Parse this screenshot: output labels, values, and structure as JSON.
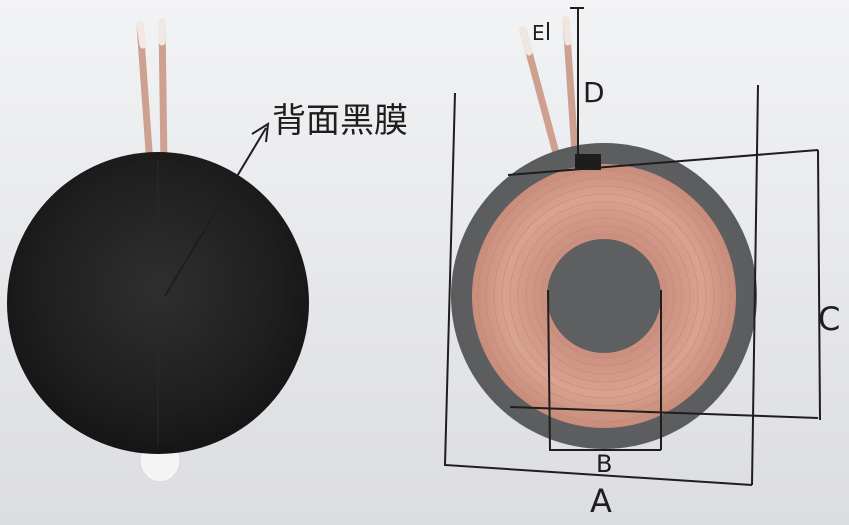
{
  "annotation": {
    "back_film_label": "背面黑膜",
    "dim_a": "A",
    "dim_b": "B",
    "dim_c": "C",
    "dim_d": "D",
    "dim_e": "E"
  },
  "colors": {
    "background": "#eceef0",
    "black_film": "#1f1f1f",
    "coil_copper": "#d49a88",
    "ferrite_ring": "#6d6f71",
    "center_hole": "#5e6062",
    "ink": "#1e1e1e"
  }
}
